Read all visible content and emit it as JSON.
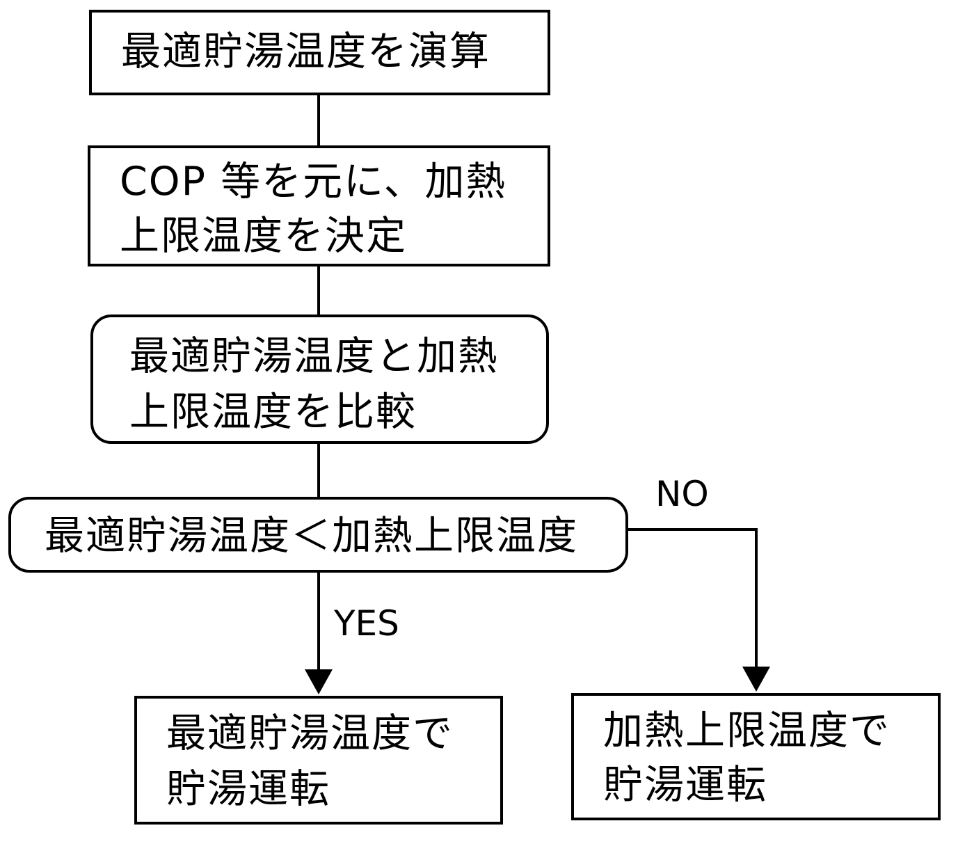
{
  "flowchart": {
    "step1": {
      "line1": "最適貯湯温度を演算"
    },
    "step2": {
      "line1": "COP 等を元に、加熱",
      "line2": "上限温度を決定"
    },
    "step3": {
      "line1": "最適貯湯温度と加熱",
      "line2": "上限温度を比較"
    },
    "decision": {
      "text": "最適貯湯温度＜加熱上限温度"
    },
    "yes_label": "YES",
    "no_label": "NO",
    "yes_result": {
      "line1": "最適貯湯温度で",
      "line2": "貯湯運転"
    },
    "no_result": {
      "line1": "加熱上限温度で",
      "line2": "貯湯運転"
    }
  }
}
